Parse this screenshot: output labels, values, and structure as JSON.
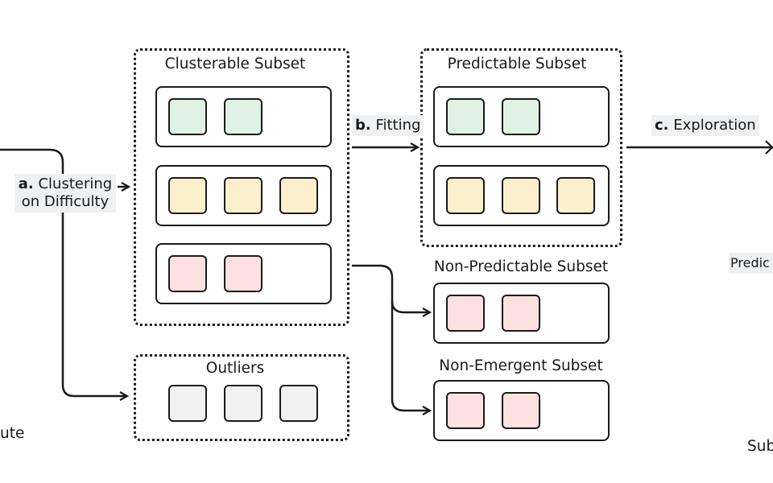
{
  "labels": {
    "clusterable": "Clusterable Subset",
    "predictable": "Predictable Subset",
    "non_predictable": "Non-Predictable Subset",
    "non_emergent": "Non-Emergent Subset",
    "outliers": "Outliers"
  },
  "steps": {
    "a_prefix": "a.",
    "a_line1": " Clustering",
    "a_line2": "on Difficulty",
    "b_prefix": "b.",
    "b_text": " Fitting",
    "c_prefix": "c.",
    "c_text": " Exploration"
  },
  "edge_text": {
    "left_bottom": "ute",
    "right_mid": "Predic",
    "right_bottom": "Sub"
  },
  "colors": {
    "green": "#dff2e3",
    "yellow": "#fbefcc",
    "red": "#fde1e1",
    "gray": "#f1f1f1",
    "stroke": "#1a1a1a"
  }
}
